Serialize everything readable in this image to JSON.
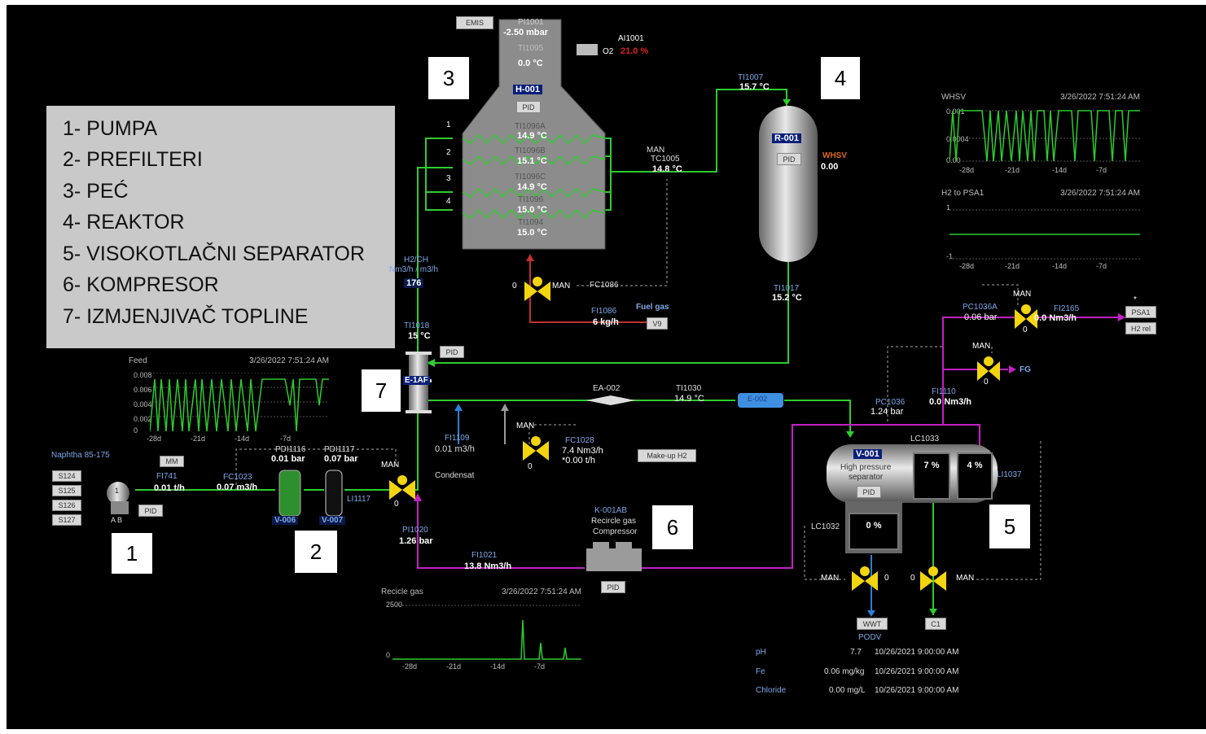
{
  "legend": {
    "items": [
      "1- PUMPA",
      "2- PREFILTERI",
      "3- PEĆ",
      "4- REAKTOR",
      "5- VISOKOTLAČNI SEPARATOR",
      "6- KOMPRESOR",
      "7- IZMJENJIVAČ TOPLINE"
    ]
  },
  "markers": [
    "1",
    "2",
    "3",
    "4",
    "5",
    "6",
    "7"
  ],
  "furnace": {
    "emis_btn": "EMIS",
    "pi_tag": "PI1001",
    "pi_val": "-2.50 mbar",
    "ti_top_tag": "TI1095",
    "ti_top_val": "0.0 °C",
    "ai_tag": "AI1001",
    "o2_label": "O2",
    "o2_val": "21.0 %",
    "name": "H-001",
    "pid_btn": "PID",
    "coils": [
      {
        "n": "1",
        "tag": "TI1096A",
        "val": "14.9 °C"
      },
      {
        "n": "2",
        "tag": "TI1096B",
        "val": "15.1 °C"
      },
      {
        "n": "3",
        "tag": "TI1096C",
        "val": "14.9 °C"
      },
      {
        "n": "4",
        "tag": "TI1096",
        "val": "15.0 °C"
      }
    ],
    "ti_bottom_tag": "TI1094",
    "ti_bottom_val": "15.0 °C",
    "tc_mode": "MAN",
    "tc_tag": "TC1005",
    "tc_val": "14.8 °C",
    "fg_valve_pct": "0",
    "fg_mode": "MAN",
    "fc_tag": "FC1086",
    "fi_tag": "FI1086",
    "fi_val": "6 kg/h",
    "fuel_label": "Fuel gas",
    "v9_btn": "V9"
  },
  "reactor": {
    "ti_in_tag": "TI1007",
    "ti_in_val": "15.7 °C",
    "name": "R-001",
    "pid_btn": "PID",
    "whsv_label": "WHSV",
    "whsv_val": "0.00",
    "ti_out_tag": "TI1017",
    "ti_out_val": "15.2 °C"
  },
  "h2ch": {
    "tag": "H2/CH",
    "unit": "Nm3/h / m3/h",
    "val": "176"
  },
  "exchanger": {
    "ti_tag": "TI1018",
    "ti_val": "15 °C",
    "pid_btn": "PID",
    "name": "E-1AF"
  },
  "feed_trend": {
    "title": "Feed",
    "ts": "3/26/2022 7:51:24 AM",
    "y": [
      "0.008",
      "0.006",
      "0.004",
      "0.002",
      "0"
    ],
    "x": [
      "-28d",
      "-21d",
      "-14d",
      "-7d"
    ]
  },
  "whsv_trend": {
    "title": "WHSV",
    "ts": "3/26/2022 7:51:24 AM",
    "y": [
      "0.001",
      "0.0004",
      "0.00"
    ],
    "x": [
      "-28d",
      "-21d",
      "-14d",
      "-7d"
    ]
  },
  "h2psa_trend": {
    "title": "H2 to PSA1",
    "ts": "3/26/2022 7:51:24 AM",
    "y": [
      "1",
      "-1"
    ],
    "x": [
      "-28d",
      "-21d",
      "-14d",
      "-7d"
    ]
  },
  "recycle_trend": {
    "title": "Recicle gas",
    "ts": "3/26/2022 7:51:24 AM",
    "y": [
      "2500",
      "0"
    ],
    "x": [
      "-28d",
      "-21d",
      "-14d",
      "-7d"
    ]
  },
  "naphtha": {
    "label": "Naphtha 85-175",
    "sources": [
      "S124",
      "S125",
      "S126",
      "S127"
    ],
    "mm_btn": "MM",
    "pump_ab": "A B",
    "pump_no": "1",
    "pid_btn": "PID",
    "fi_tag": "FI741",
    "fi_val": "0.01 t/h",
    "fc_tag": "FC1023",
    "fc_val": "0.07 m3/h"
  },
  "filters": {
    "pdi1_tag": "PDI1116",
    "pdi1_val": "0.01 bar",
    "pdi2_tag": "PDI1117",
    "pdi2_val": "0.07 bar",
    "v1": "V-006",
    "v2": "V-007",
    "li_tag": "LI1117",
    "valve_mode": "MAN",
    "valve_pct": "0"
  },
  "recycle": {
    "pi_tag": "PI1020",
    "pi_val": "1.26 bar",
    "fi_tag": "FI1021",
    "fi_val": "13.8 Nm3/h",
    "comp_tag": "K-001AB",
    "comp_l1": "Recircle gas",
    "comp_l2": "Compressor",
    "pid_btn": "PID"
  },
  "condensat": {
    "fi_tag": "FI1109",
    "fi_val": "0.01 m3/h",
    "label": "Condensat"
  },
  "makeup": {
    "mode": "MAN",
    "fc_tag": "FC1028",
    "fc_val1": "7.4 Nm3/h",
    "fc_val2": "*0.00 t/h",
    "btn": "Make-up H2",
    "pct": "0"
  },
  "cooler": {
    "ea_tag": "EA-002",
    "ti_tag": "TI1030",
    "ti_val": "14.9 °C",
    "e_tag": "E-002"
  },
  "separator": {
    "pc_tag": "PC1036",
    "pc_val": "1.24 bar",
    "name": "V-001",
    "l1": "High pressure",
    "l2": "separator",
    "pid_btn": "PID",
    "lc_tag": "LC1033",
    "lvl1": "7 %",
    "lvl2": "4 %",
    "li_tag": "LI1037",
    "lvl3": "0 %",
    "lc2_tag": "LC1032",
    "v_left_mode": "MAN",
    "v_left_pct": "0",
    "v_right_mode": "MAN",
    "v_right_pct": "0",
    "wwt_btn": "WWT",
    "podv": "PODV",
    "c1_btn": "C1"
  },
  "psa": {
    "pc_tag": "PC1036A",
    "pc_val": "0.06 bar",
    "mode": "MAN",
    "pct": "0",
    "fi_tag": "FI2165",
    "fi_val": "0.0 Nm3/h",
    "psa_btn": "PSA1",
    "h2_btn": "H2 rel",
    "asterisk": "*"
  },
  "fg": {
    "mode": "MAN",
    "pct": "0",
    "label": "FG",
    "fi_tag": "FI1110",
    "fi_val": "0.0 Nm3/h"
  },
  "lab": [
    {
      "name": "pH",
      "val": "7.7",
      "date": "10/26/2021 9:00:00 AM"
    },
    {
      "name": "Fe",
      "val": "0.06 mg/kg",
      "date": "10/26/2021 9:00:00 AM"
    },
    {
      "name": "Chloride",
      "val": "0.00 mg/L",
      "date": "10/26/2021 9:00:00 AM"
    }
  ],
  "colors": {
    "pipe_green": "#2ecc2e",
    "pipe_magenta": "#c41fc4",
    "pipe_red": "#c03030",
    "pipe_blue": "#2a7fd8",
    "valve_yellow": "#f2d50f",
    "tag_blue": "#7fa8e8"
  }
}
